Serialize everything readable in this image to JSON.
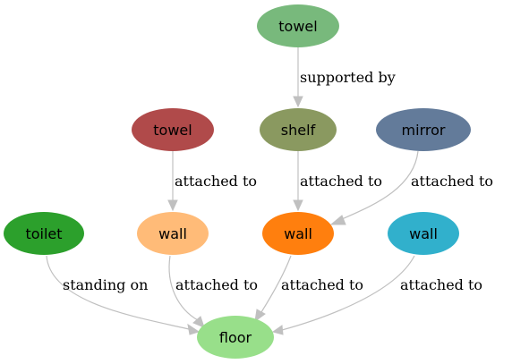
{
  "nodes": [
    {
      "id": "towel_top",
      "label": "towel",
      "color": "#78b97c"
    },
    {
      "id": "towel_left",
      "label": "towel",
      "color": "#b04a4a"
    },
    {
      "id": "shelf",
      "label": "shelf",
      "color": "#8a9960"
    },
    {
      "id": "mirror",
      "label": "mirror",
      "color": "#637b9a"
    },
    {
      "id": "toilet",
      "label": "toilet",
      "color": "#2ca02c"
    },
    {
      "id": "wall_a",
      "label": "wall",
      "color": "#ffbb78"
    },
    {
      "id": "wall_b",
      "label": "wall",
      "color": "#ff7f0e"
    },
    {
      "id": "wall_c",
      "label": "wall",
      "color": "#31b0cc"
    },
    {
      "id": "floor",
      "label": "floor",
      "color": "#98df8a"
    }
  ],
  "edges": [
    {
      "from": "towel_top",
      "to": "shelf",
      "label": "supported by"
    },
    {
      "from": "towel_left",
      "to": "wall_a",
      "label": "attached to"
    },
    {
      "from": "shelf",
      "to": "wall_b",
      "label": "attached to"
    },
    {
      "from": "mirror",
      "to": "wall_b",
      "label": "attached to"
    },
    {
      "from": "toilet",
      "to": "floor",
      "label": "standing on"
    },
    {
      "from": "wall_a",
      "to": "floor",
      "label": "attached to"
    },
    {
      "from": "wall_b",
      "to": "floor",
      "label": "attached to"
    },
    {
      "from": "wall_c",
      "to": "floor",
      "label": "attached to"
    }
  ]
}
